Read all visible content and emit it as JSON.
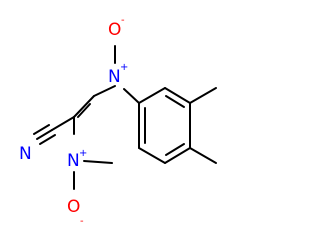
{
  "molecule": {
    "atoms": {
      "n_top": "N",
      "n_top_charge": "+",
      "o_top": "O",
      "o_top_charge": "-",
      "n_bottom": "N",
      "n_bottom_charge": "+",
      "o_bottom": "O",
      "o_bottom_charge": "-",
      "n_nitrile": "N"
    },
    "colors": {
      "bond": "#000000",
      "nitrogen": "#0000ff",
      "oxygen": "#ff0000"
    }
  }
}
